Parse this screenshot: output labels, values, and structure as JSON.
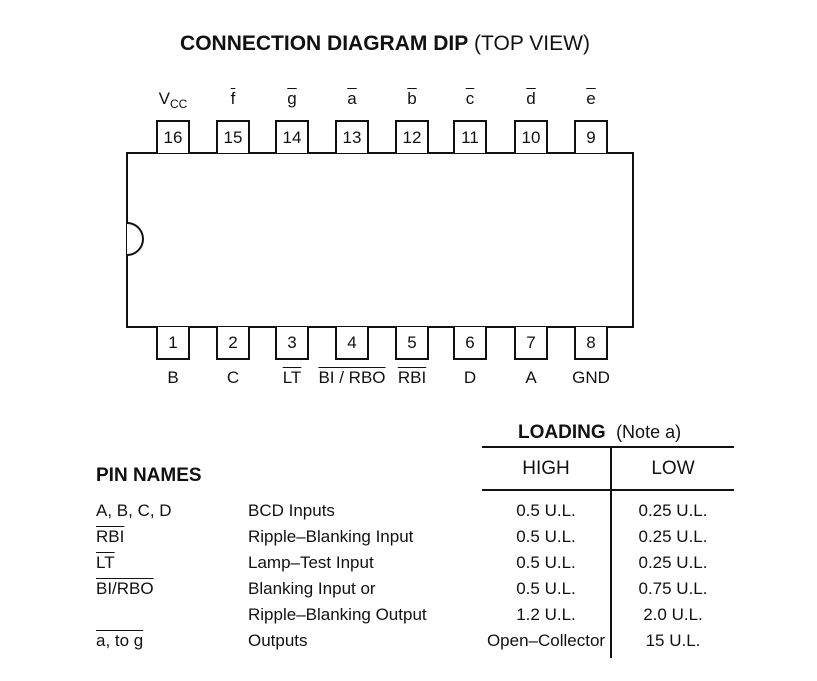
{
  "title": {
    "bold": "CONNECTION DIAGRAM DIP",
    "normal": "(TOP VIEW)"
  },
  "top_pins": [
    {
      "num": "16",
      "label": "V",
      "sub": "CC",
      "over": false
    },
    {
      "num": "15",
      "label": "f",
      "over": true
    },
    {
      "num": "14",
      "label": "g",
      "over": true
    },
    {
      "num": "13",
      "label": "a",
      "over": true
    },
    {
      "num": "12",
      "label": "b",
      "over": true
    },
    {
      "num": "11",
      "label": "c",
      "over": true
    },
    {
      "num": "10",
      "label": "d",
      "over": true
    },
    {
      "num": "9",
      "label": "e",
      "over": true
    }
  ],
  "bottom_pins": [
    {
      "num": "1",
      "label": "B",
      "over": false
    },
    {
      "num": "2",
      "label": "C",
      "over": false
    },
    {
      "num": "3",
      "label": "LT",
      "over": true
    },
    {
      "num": "4",
      "label": "BI / RBO",
      "over": true
    },
    {
      "num": "5",
      "label": "RBI",
      "over": true
    },
    {
      "num": "6",
      "label": "D",
      "over": false
    },
    {
      "num": "7",
      "label": "A",
      "over": false
    },
    {
      "num": "8",
      "label": "GND",
      "over": false
    }
  ],
  "loading": {
    "heading": "LOADING",
    "note": "(Note a)",
    "high": "HIGH",
    "low": "LOW"
  },
  "pin_names": {
    "heading": "PIN NAMES",
    "rows": [
      {
        "pin": "A, B, C, D",
        "pin_over": false,
        "desc": "BCD Inputs",
        "high": "0.5 U.L.",
        "low": "0.25 U.L."
      },
      {
        "pin": "RBI",
        "pin_over": true,
        "desc": "Ripple–Blanking Input",
        "high": "0.5 U.L.",
        "low": "0.25 U.L."
      },
      {
        "pin": "LT",
        "pin_over": true,
        "desc": "Lamp–Test Input",
        "high": "0.5 U.L.",
        "low": "0.25 U.L."
      },
      {
        "pin": "BI/RBO",
        "pin_over": true,
        "desc": "Blanking Input or",
        "high": "0.5 U.L.",
        "low": "0.75 U.L."
      },
      {
        "pin": "",
        "pin_over": false,
        "desc": "Ripple–Blanking Output",
        "high": "1.2 U.L.",
        "low": "2.0 U.L."
      },
      {
        "pin": "a, to g",
        "pin_over": true,
        "desc": "Outputs",
        "high": "Open–Collector",
        "low": "15 U.L."
      }
    ]
  }
}
